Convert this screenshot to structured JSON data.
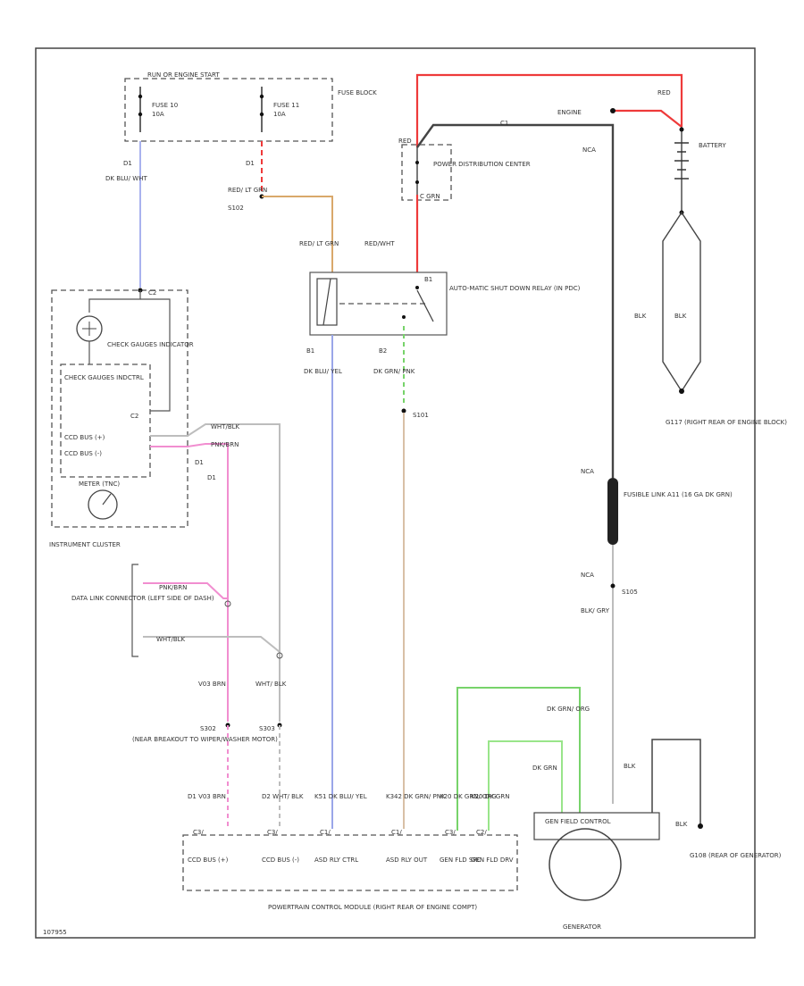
{
  "diagram_id": "107955",
  "fuse_block": {
    "label": "FUSE BLOCK",
    "header": "RUN OR ENGINE START",
    "fuse_10": "FUSE 10",
    "fuse_10_amp": "10A",
    "fuse_11": "FUSE 11",
    "fuse_11_amp": "10A"
  },
  "wires": {
    "w1_pin": "D1",
    "w1_color": "DK BLU/ WHT",
    "w2_pin": "D1",
    "w2_color": "RED/ LT GRN",
    "splice_s102": "S102",
    "relay_in_color": "RED/ LT GRN",
    "red_wht": "RED/WHT",
    "red_top": "RED",
    "red_batt": "RED",
    "engine_label": "ENGINE",
    "pdc_c": "C1",
    "pcm_b1": "B1",
    "dk_blu_yel": "DK BLU/ YEL",
    "pcm_b2": "B2",
    "dk_grn_pnk": "DK GRN/ PNK",
    "s101": "S101",
    "nca_top": "NCA",
    "nca_mid": "NCA",
    "nca_low": "NCA",
    "s105": "S105",
    "blk_gry": "BLK/ GRY",
    "blk_bat": "BLK",
    "blk_bat2": "BLK",
    "blk_gen": "BLK",
    "blk_g": "BLK",
    "dk_grn_a": "DK GRN/ ORG",
    "dk_grn_b": "DK GRN",
    "wht_blk_cl": "WHT/BLK",
    "pnk_brn_cl": "PNK/BRN",
    "d1_cl": "D1",
    "d1_cl2": "D1",
    "pnk_brn_dlc": "PNK/BRN",
    "wht_blk_dlc": "WHT/BLK",
    "v03_brn": "V03 BRN",
    "wht_blk": "WHT/ BLK",
    "s302": "S302",
    "s303": "S303",
    "breakout": "(NEAR BREAKOUT TO WIPER/WASHER MOTOR)",
    "cluster_pin": "C2",
    "cluster_pin2": "C2"
  },
  "components": {
    "pdc": "POWER DISTRIBUTION CENTER",
    "pdc_grn": "C GRN",
    "relay": "AUTO-MATIC SHUT DOWN RELAY (IN PDC)",
    "relay_b1": "B1",
    "battery": "BATTERY",
    "g117": "G117 (RIGHT REAR OF ENGINE BLOCK)",
    "fusible_link": "FUSIBLE LINK A11 (16 GA DK GRN)",
    "instrument_cluster": "INSTRUMENT CLUSTER",
    "check_gauges": "CHECK GAUGES INDICATOR",
    "check_gauges_ctrl": "CHECK GAUGES INDCTRL",
    "ccd_bus_plus": "CCD BUS (+)",
    "ccd_bus_minus": "CCD BUS (-)",
    "voltmeter": "METER (TNC)",
    "dlc": "DATA LINK CONNECTOR (LEFT SIDE OF DASH)",
    "generator": "GENERATOR",
    "generator_ctrl": "GEN FIELD CONTROL",
    "g108": "G108 (REAR OF GENERATOR)",
    "pcm": "POWERTRAIN CONTROL MODULE (RIGHT REAR OF ENGINE COMPT)"
  },
  "pcm_pins": {
    "c1": "D1 V03 BRN",
    "c2": "D2 WHT/ BLK",
    "c3": "K51 DK BLU/ YEL",
    "c4": "K342 DK GRN/ PNK",
    "c5": "K20 DK GRN/ ORG",
    "c6": "K20 DK GRN",
    "labels": [
      "CCD BUS (+)",
      "CCD BUS (-)",
      "ASD RLY CTRL",
      "ASD RLY OUT",
      "GEN FLD SRC",
      "GEN FLD DRV"
    ],
    "conn": [
      "C3/",
      "C3/",
      "C1/",
      "C1/",
      "C3/",
      "C2/"
    ]
  },
  "colors": {
    "red": "#ee3a3a",
    "blue": "#a9b2ee",
    "pink": "#f18ed0",
    "orange": "#d9a86b",
    "green": "#77d36a",
    "light_green": "#99e58a",
    "tan": "#d8c0a6",
    "gray": "#bdbdbd",
    "dark": "#444444"
  }
}
